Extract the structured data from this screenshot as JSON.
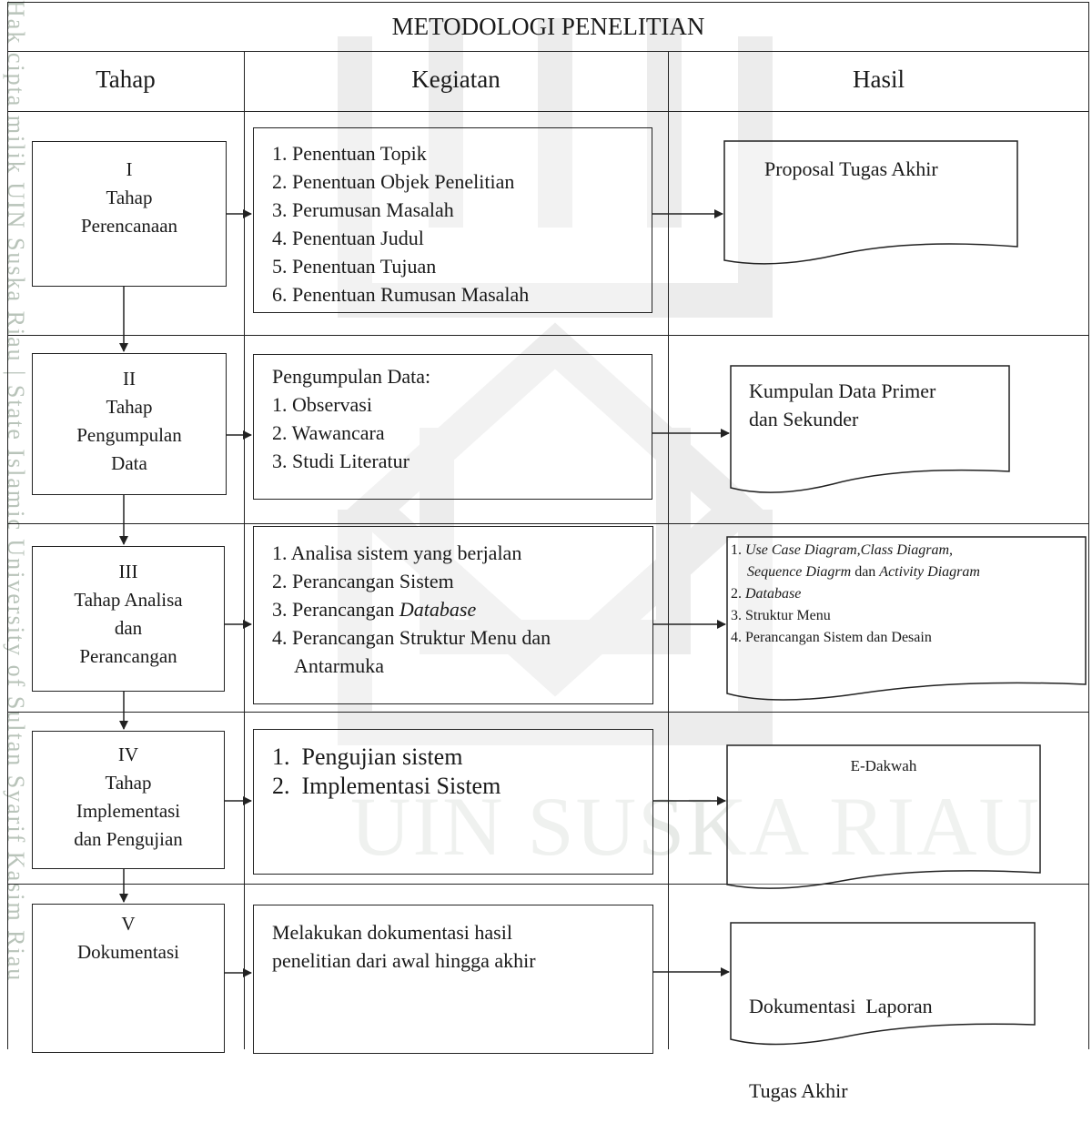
{
  "watermark": {
    "bottom_text": "UIN SUSKA RIAU",
    "side_text": "Hak cipta milik UIN Suska Riau | State Islamic University of Sultan Syarif Kasim Riau"
  },
  "title": "METODOLOGI PENELITIAN",
  "columns": {
    "stage": "Tahap",
    "activity": "Kegiatan",
    "result": "Hasil"
  },
  "stages": [
    {
      "numeral": "I",
      "name_lines": [
        "Tahap",
        "Perencanaan"
      ],
      "activities": [
        "1. Penentuan Topik",
        "2. Penentuan Objek Penelitian",
        "3. Perumusan Masalah",
        "4. Penentuan Judul",
        "5. Penentuan Tujuan",
        "6. Penentuan Rumusan Masalah"
      ],
      "result_lines": [
        "Proposal Tugas Akhir"
      ]
    },
    {
      "numeral": "II",
      "name_lines": [
        "Tahap",
        "Pengumpulan",
        "Data"
      ],
      "activities": [
        "Pengumpulan Data:",
        "1. Observasi",
        "2. Wawancara",
        "3. Studi Literatur"
      ],
      "result_lines": [
        "Kumpulan Data Primer",
        "dan Sekunder"
      ]
    },
    {
      "numeral": "III",
      "name_lines": [
        "Tahap Analisa",
        "dan",
        "Perancangan"
      ],
      "activities": [
        "1. Analisa sistem yang berjalan",
        "2. Perancangan Sistem",
        "3. Perancangan ",
        "Database",
        "4. Perancangan Struktur Menu dan",
        "Antarmuka"
      ],
      "result": {
        "l1_prefix": "1. ",
        "l1_italic": "Use Case Diagram,Class Diagram,",
        "l2_italic_a": "Sequence Diagrm",
        "l2_mid": " dan ",
        "l2_italic_b": "Activity Diagram",
        "l3_prefix": "2. ",
        "l3_italic": "Database",
        "l4": "3. Struktur Menu",
        "l5": "4. Perancangan Sistem dan Desain"
      }
    },
    {
      "numeral": "IV",
      "name_lines": [
        "Tahap",
        "Implementasi",
        "dan Pengujian"
      ],
      "activities": [
        "1.  Pengujian sistem",
        "2.  Implementasi Sistem"
      ],
      "result_lines": [
        "E-Dakwah"
      ]
    },
    {
      "numeral": "V",
      "name_lines": [
        "Dokumentasi"
      ],
      "activities": [
        "Melakukan dokumentasi hasil",
        "penelitian dari awal hingga akhir"
      ],
      "result_lines": [
        "Dokumentasi  Laporan",
        "Tugas Akhir"
      ]
    }
  ]
}
